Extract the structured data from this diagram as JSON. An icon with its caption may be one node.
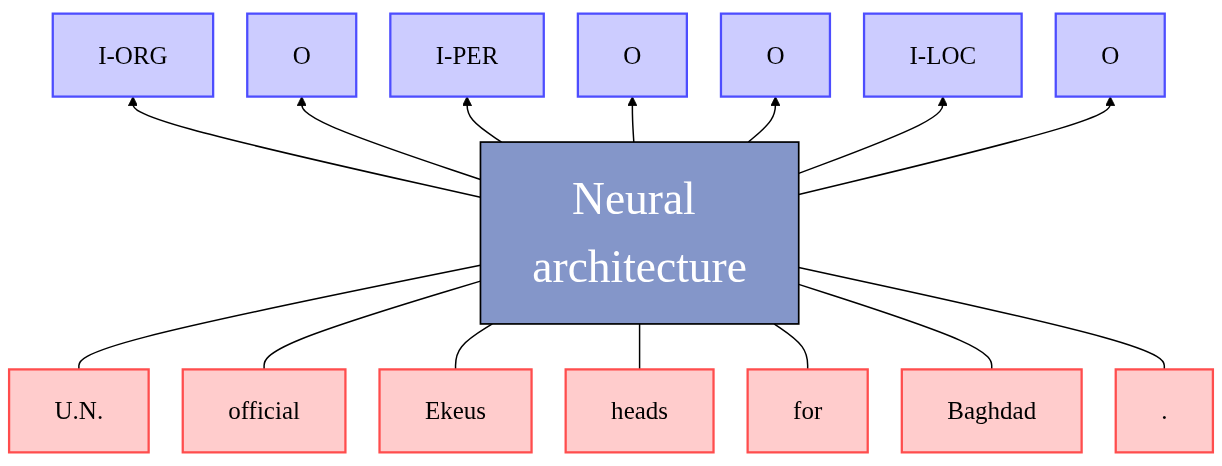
{
  "diagram": {
    "nodes": [
      {
        "text": [
          "I-ORG"
        ]
      },
      {
        "text": [
          "O"
        ]
      },
      {
        "text": [
          "I-PER"
        ]
      },
      {
        "text": [
          "O"
        ]
      },
      {
        "text": [
          "O"
        ]
      },
      {
        "text": [
          "I-LOC"
        ]
      },
      {
        "text": [
          "O"
        ]
      },
      {
        "text": [
          "Neural architecture"
        ]
      },
      {
        "text": [
          "U.N."
        ]
      },
      {
        "text": [
          "official"
        ]
      },
      {
        "text": [
          "Ekeus"
        ]
      },
      {
        "text": [
          "heads"
        ]
      },
      {
        "text": [
          "for"
        ]
      },
      {
        "text": [
          "Baghdad"
        ]
      },
      {
        "text": [
          "."
        ]
      }
    ],
    "edges": [
      {
        "from": 8,
        "to": 7,
        "arrow": "none"
      },
      {
        "from": 9,
        "to": 7,
        "arrow": "none"
      },
      {
        "from": 10,
        "to": 7,
        "arrow": "none"
      },
      {
        "from": 11,
        "to": 7,
        "arrow": "none"
      },
      {
        "from": 12,
        "to": 7,
        "arrow": "none"
      },
      {
        "from": 13,
        "to": 7,
        "arrow": "none"
      },
      {
        "from": 14,
        "to": 7,
        "arrow": "none"
      },
      {
        "from": 7,
        "to": 0,
        "arrow": "to"
      },
      {
        "from": 7,
        "to": 1,
        "arrow": "to"
      },
      {
        "from": 7,
        "to": 2,
        "arrow": "to"
      },
      {
        "from": 7,
        "to": 3,
        "arrow": "to"
      },
      {
        "from": 7,
        "to": 4,
        "arrow": "to"
      },
      {
        "from": 7,
        "to": 5,
        "arrow": "to"
      },
      {
        "from": 7,
        "to": 6,
        "arrow": "to"
      }
    ]
  }
}
